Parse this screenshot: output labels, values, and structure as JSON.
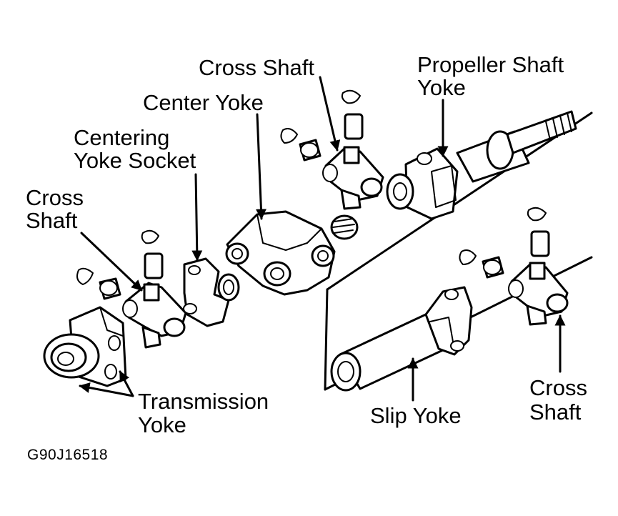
{
  "labels": {
    "cross_shaft_top": "Cross Shaft",
    "propeller_line1": "Propeller Shaft",
    "propeller_line2": "Yoke",
    "center_yoke": "Center Yoke",
    "centering_line1": "Centering",
    "centering_line2": "Yoke Socket",
    "cross_shaft_left_line1": "Cross",
    "cross_shaft_left_line2": "Shaft",
    "transmission_line1": "Transmission",
    "transmission_line2": "Yoke",
    "slip_yoke": "Slip Yoke",
    "cross_shaft_right_line1": "Cross",
    "cross_shaft_right_line2": "Shaft"
  },
  "figure_code": "G90J16518",
  "colors": {
    "ink": "#000000",
    "paper": "#ffffff"
  }
}
